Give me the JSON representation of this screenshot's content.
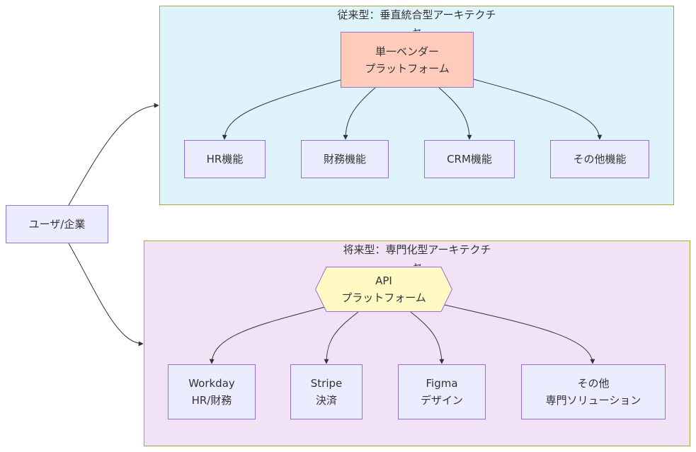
{
  "colors": {
    "node_fill": "#ececff",
    "node_border": "#9370db",
    "cluster_legacy_fill": "#dff3fb",
    "cluster_future_fill": "#f1e3f5",
    "cluster_border": "#aaaa33",
    "vendor_fill": "#ffccbc",
    "api_fill": "#fff9c4",
    "edge": "#333333"
  },
  "user_node": {
    "label": "ユーザ/企業"
  },
  "legacy": {
    "title": "従来型：垂直統合型アーキテクチャ",
    "platform": {
      "line1": "単一ベンダー",
      "line2": "プラットフォーム"
    },
    "functions": [
      "HR機能",
      "財務機能",
      "CRM機能",
      "その他機能"
    ]
  },
  "future": {
    "title": "将来型：専門化型アーキテクチャ",
    "platform": {
      "line1": "API",
      "line2": "プラットフォーム"
    },
    "services": [
      {
        "line1": "Workday",
        "line2": "HR/財務"
      },
      {
        "line1": "Stripe",
        "line2": "決済"
      },
      {
        "line1": "Figma",
        "line2": "デザイン"
      },
      {
        "line1": "その他",
        "line2": "専門ソリューション"
      }
    ]
  }
}
